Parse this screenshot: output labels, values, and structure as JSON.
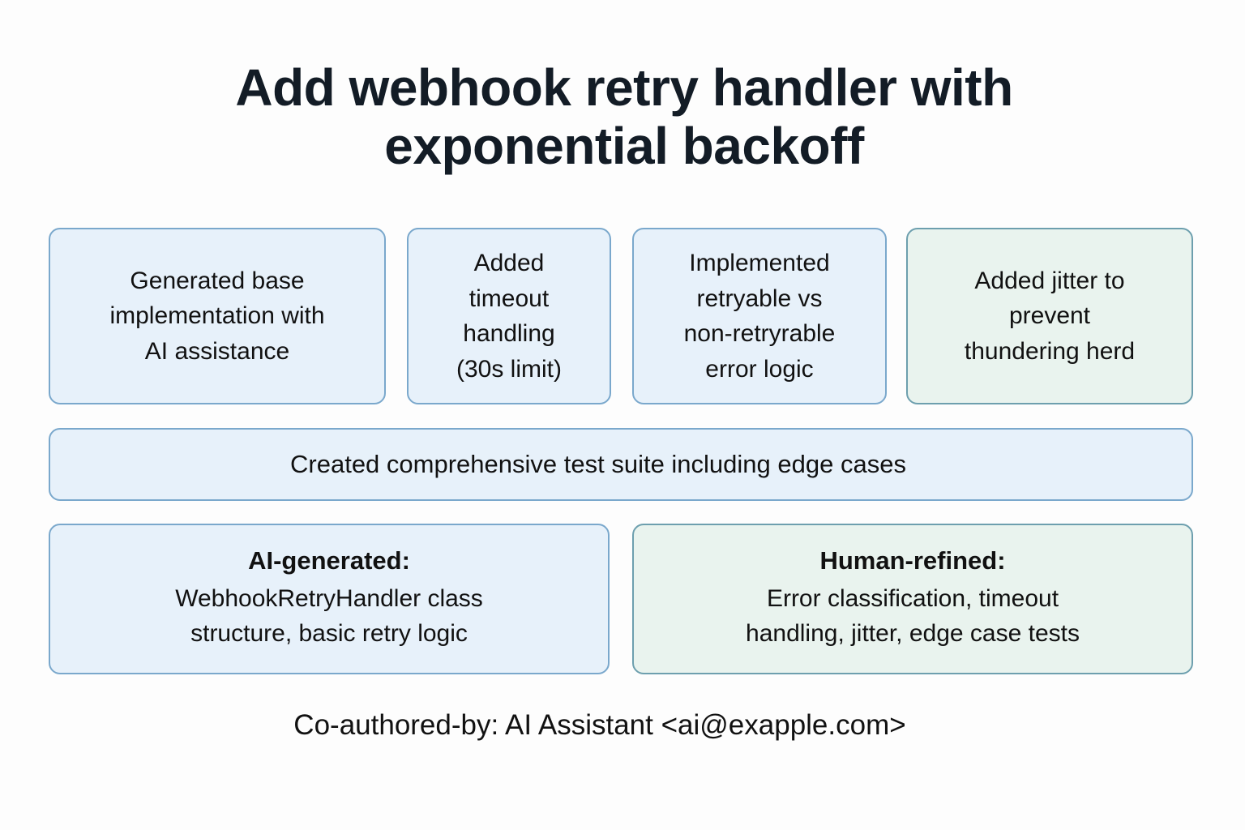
{
  "title": "Add webhook retry handler with\nexponential backoff",
  "colors": {
    "background": "#fdfdfd",
    "title_text": "#131c26",
    "body_text": "#111111",
    "card_blue_fill": "#e7f1fa",
    "card_blue_border": "#7aa8cc",
    "card_green_fill": "#e9f3ee",
    "card_green_border": "#6d9fae"
  },
  "steps": [
    {
      "text": "Generated base\nimplementation with\nAI assistance",
      "tone": "blue"
    },
    {
      "text": "Added\ntimeout\nhandling\n(30s limit)",
      "tone": "blue"
    },
    {
      "text": "Implemented\nretryable vs\nnon-retryrable\nerror logic",
      "tone": "blue"
    },
    {
      "text": "Added jitter to\nprevent\nthundering herd",
      "tone": "green"
    }
  ],
  "banner": {
    "text": "Created comprehensive test suite including edge cases",
    "tone": "blue"
  },
  "panels": [
    {
      "heading": "AI-generated:",
      "body": "WebhookRetryHandler class\nstructure, basic retry logic",
      "tone": "blue"
    },
    {
      "heading": "Human-refined:",
      "body": "Error classification, timeout\nhandling, jitter, edge case tests",
      "tone": "green"
    }
  ],
  "footer": {
    "text": "Co-authored-by: AI Assistant <ai@exapple.com>"
  }
}
